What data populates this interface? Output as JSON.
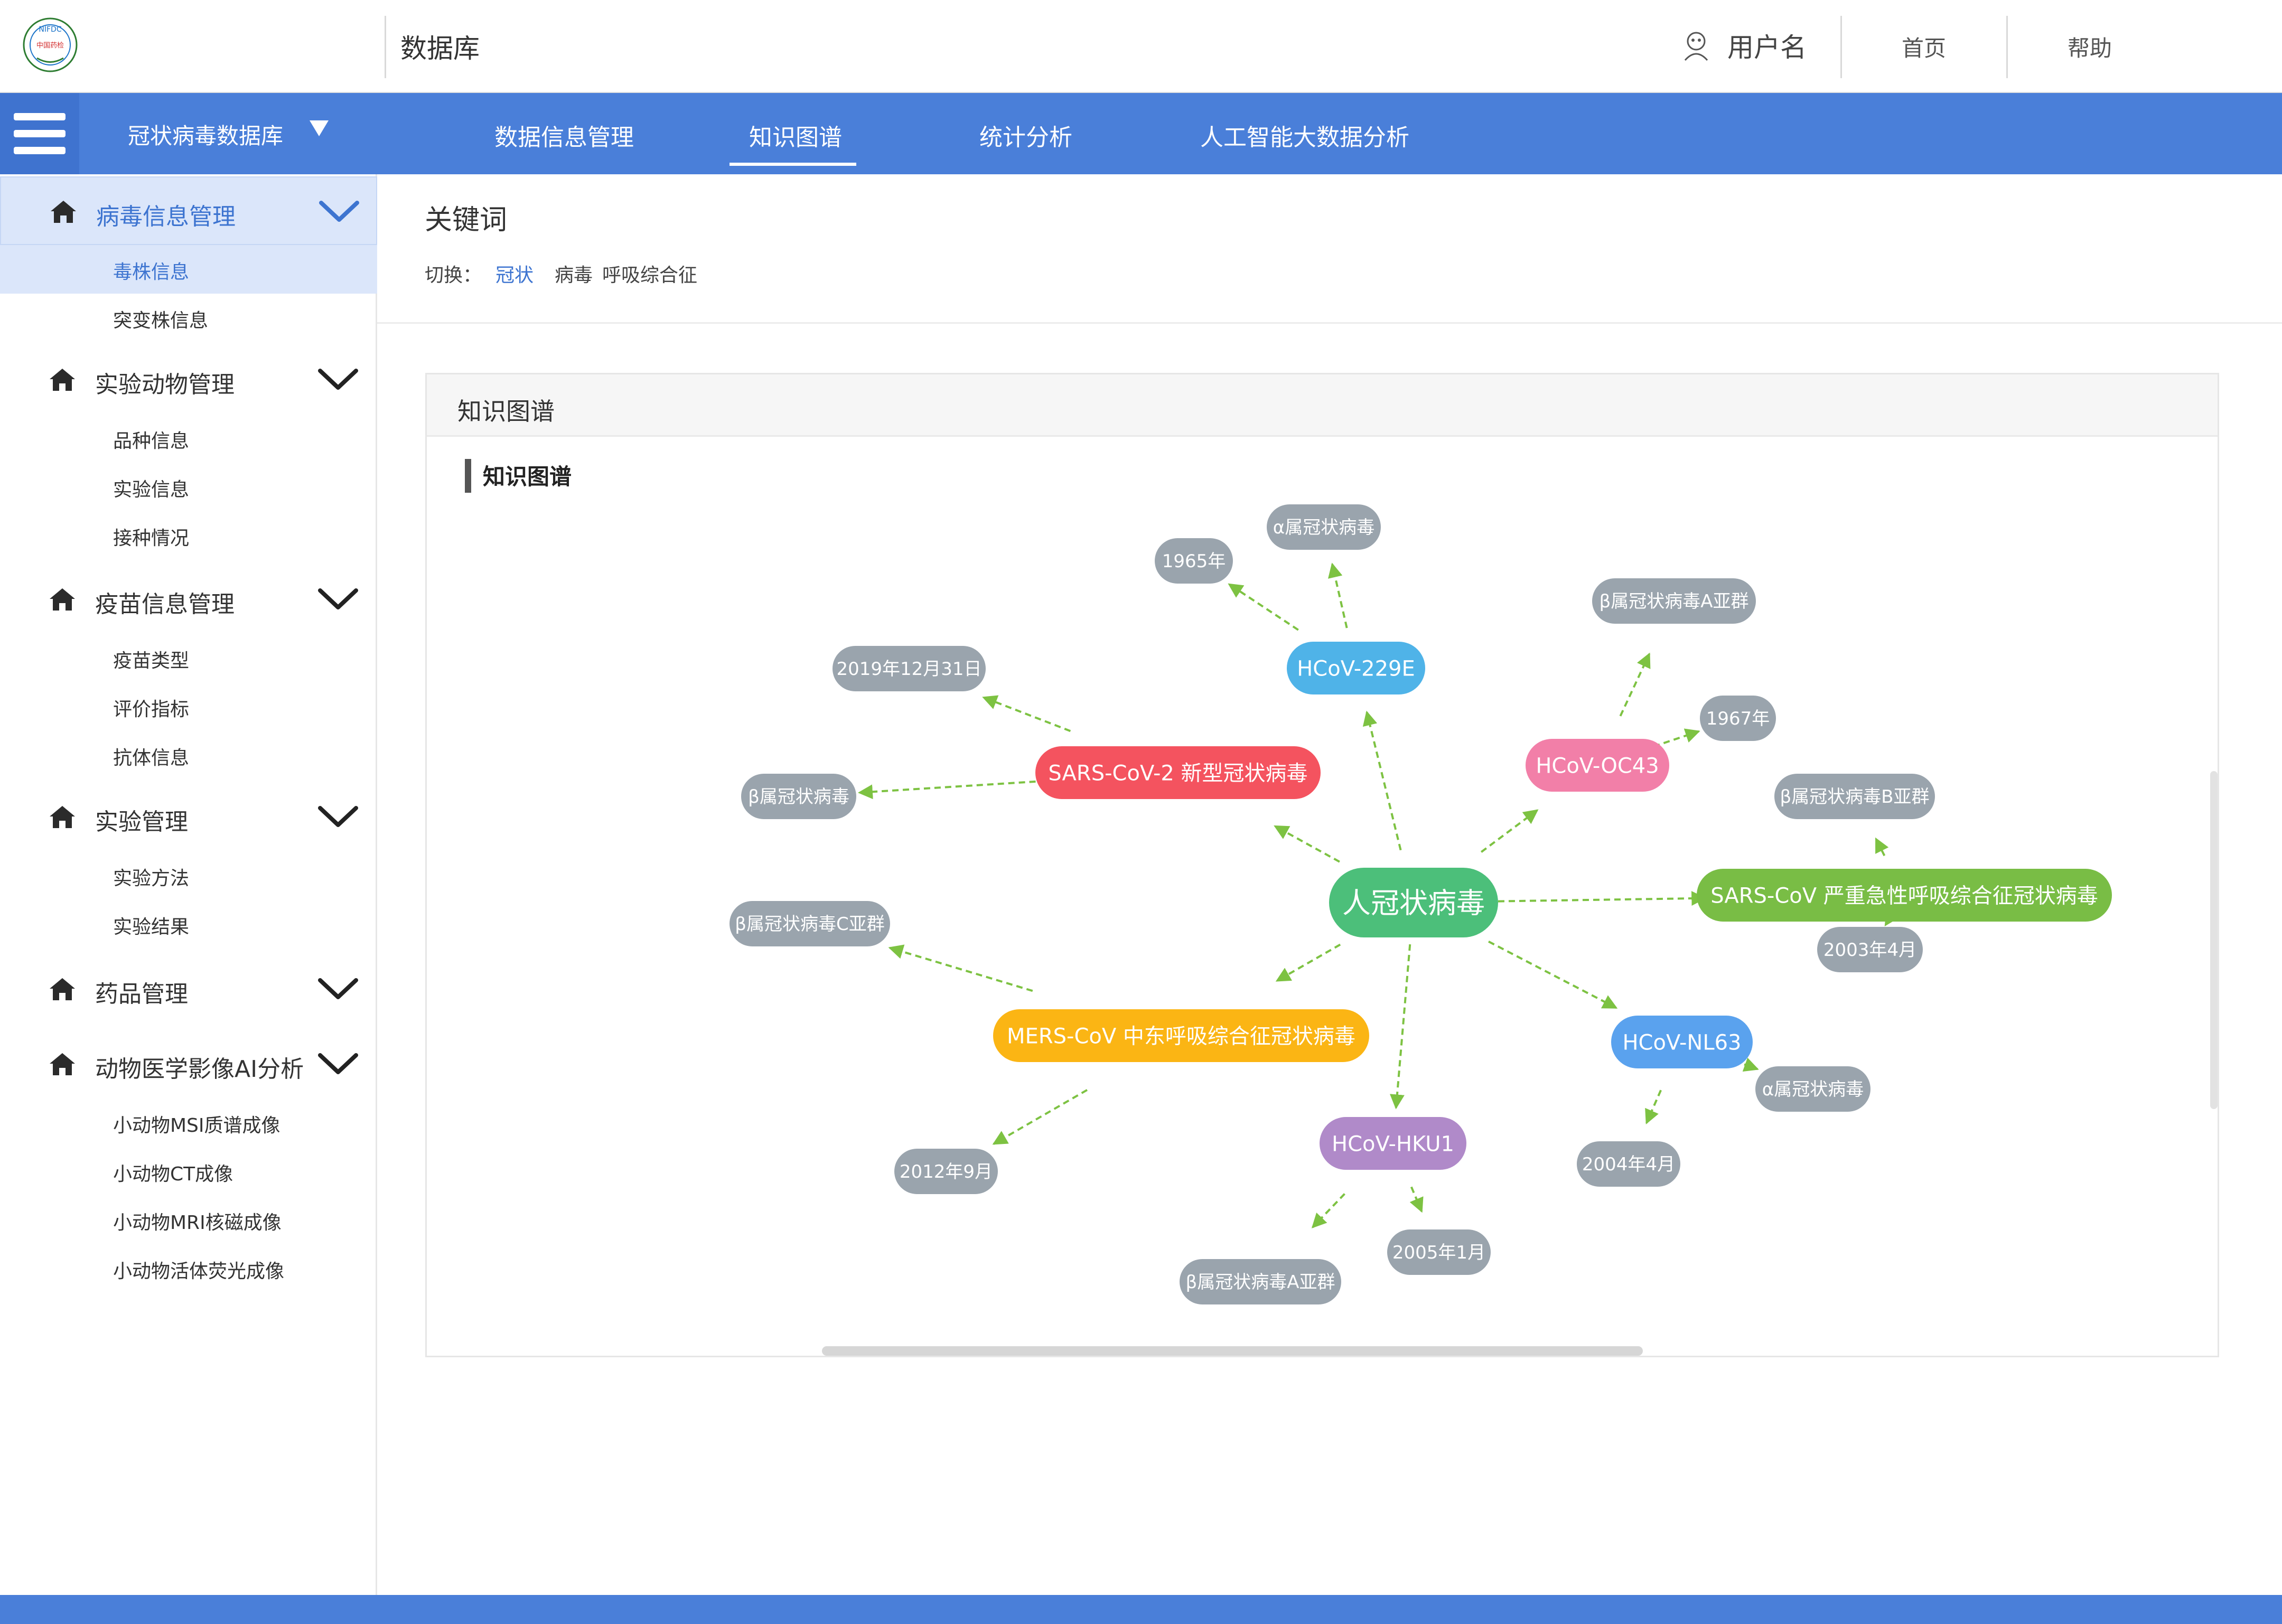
{
  "header": {
    "logo_text": "NIFDC 中国药检",
    "app_name": "数据库",
    "user_name": "用户名",
    "links": [
      "首页",
      "帮助"
    ]
  },
  "navbar": {
    "db_select": "冠状病毒数据库",
    "tabs": [
      "数据信息管理",
      "知识图谱",
      "统计分析",
      "人工智能大数据分析"
    ],
    "active_tab": "知识图谱"
  },
  "sidebar": {
    "groups": [
      {
        "label": "病毒信息管理",
        "items": [
          "毒株信息",
          "突变株信息"
        ]
      },
      {
        "label": "实验动物管理",
        "items": [
          "品种信息",
          "实验信息",
          "接种情况"
        ]
      },
      {
        "label": "疫苗信息管理",
        "items": [
          "疫苗类型",
          "评价指标",
          "抗体信息"
        ]
      },
      {
        "label": "实验管理",
        "items": [
          "实验方法",
          "实验结果"
        ]
      },
      {
        "label": "药品管理",
        "items": []
      },
      {
        "label": "动物医学影像AI分析",
        "items": [
          "小动物MSI质谱成像",
          "小动物CT成像",
          "小动物MRI核磁成像",
          "小动物活体荧光成像"
        ]
      }
    ],
    "active_item": "毒株信息"
  },
  "keywords": {
    "title": "关键词",
    "switch_label": "切换：",
    "items": [
      "冠状",
      "病毒",
      "呼吸综合征"
    ],
    "active": "冠状"
  },
  "panel": {
    "title": "知识图谱",
    "graph_label": "知识图谱"
  },
  "colors": {
    "primary_blue": "#4a7fd9",
    "edge": "#7dc242",
    "center": "#4cbf7a",
    "leaf": "#9aa4ad"
  },
  "graph": {
    "center": {
      "label": "人冠状病毒",
      "color": "#4cbf7a"
    },
    "viruses": [
      {
        "id": "v229e",
        "label": "HCoV-229E",
        "color": "#4fb3e8"
      },
      {
        "id": "voc43",
        "label": "HCoV-OC43",
        "color": "#f27fa8"
      },
      {
        "id": "vsars",
        "label": "SARS-CoV 严重急性呼吸综合征冠状病毒",
        "color": "#79bd45"
      },
      {
        "id": "vnl63",
        "label": "HCoV-NL63",
        "color": "#5aa2ee"
      },
      {
        "id": "vhku1",
        "label": "HCoV-HKU1",
        "color": "#b08ac9"
      },
      {
        "id": "vmers",
        "label": "MERS-CoV 中东呼吸综合征冠状病毒",
        "color": "#fbb514"
      },
      {
        "id": "vsars2",
        "label": "SARS-CoV-2 新型冠状病毒",
        "color": "#f4535f"
      }
    ],
    "attributes": [
      {
        "parent": "v229e",
        "label": "1965年"
      },
      {
        "parent": "v229e",
        "label": "α属冠状病毒"
      },
      {
        "parent": "voc43",
        "label": "β属冠状病毒A亚群"
      },
      {
        "parent": "voc43",
        "label": "1967年"
      },
      {
        "parent": "vsars",
        "label": "β属冠状病毒B亚群"
      },
      {
        "parent": "vsars",
        "label": "2003年4月"
      },
      {
        "parent": "vnl63",
        "label": "α属冠状病毒"
      },
      {
        "parent": "vnl63",
        "label": "2004年4月"
      },
      {
        "parent": "vhku1",
        "label": "2005年1月"
      },
      {
        "parent": "vhku1",
        "label": "β属冠状病毒A亚群"
      },
      {
        "parent": "vmers",
        "label": "2012年9月"
      },
      {
        "parent": "vmers",
        "label": "β属冠状病毒C亚群"
      },
      {
        "parent": "vsars2",
        "label": "β属冠状病毒"
      },
      {
        "parent": "vsars2",
        "label": "2019年12月31日"
      }
    ]
  }
}
